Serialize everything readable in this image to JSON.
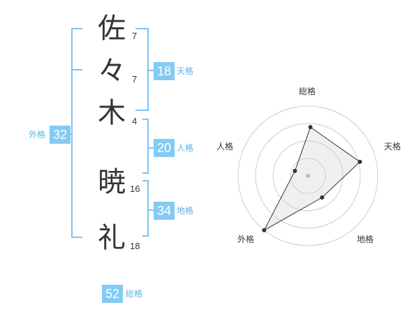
{
  "characters": [
    {
      "char": "佐",
      "strokes": "7"
    },
    {
      "char": "々",
      "strokes": "7"
    },
    {
      "char": "木",
      "strokes": "4"
    },
    {
      "char": "暁",
      "strokes": "16"
    },
    {
      "char": "礼",
      "strokes": "18"
    }
  ],
  "kakusu": {
    "tenkaku": {
      "value": "18",
      "label": "天格"
    },
    "jinkaku": {
      "value": "20",
      "label": "人格"
    },
    "chikaku": {
      "value": "34",
      "label": "地格"
    },
    "gaikaku": {
      "value": "32",
      "label": "外格"
    },
    "soukaku": {
      "value": "52",
      "label": "総格"
    }
  },
  "colors": {
    "accent": "#83cbf4",
    "label": "#5bb4ea",
    "bracket": "#7ec3f0",
    "text": "#333333"
  },
  "chart_data": {
    "type": "radar",
    "axes": [
      "総格",
      "天格",
      "地格",
      "外格",
      "人格"
    ],
    "values": [
      0.7,
      0.77,
      0.37,
      1.0,
      0.2
    ],
    "range": [
      0,
      1
    ],
    "rings": 4,
    "grid": true
  }
}
